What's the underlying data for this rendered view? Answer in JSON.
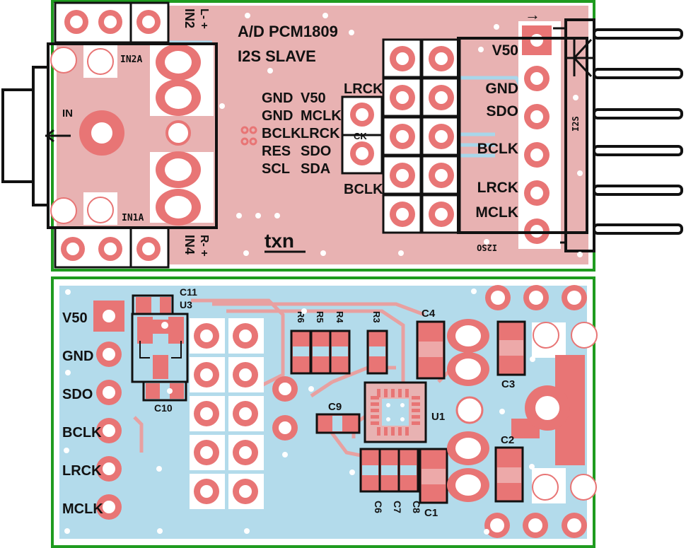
{
  "colors": {
    "board_outline": "#1f9b1f",
    "top_copper_bg": "#e8b2b2",
    "bottom_copper_bg": "#b3dbeb",
    "pad": "#e87575",
    "silkscreen": "#111111",
    "hole": "#ffffff",
    "trace_top": "#e8a0a0",
    "trace_bottom": "#a8d6ea"
  },
  "top_board": {
    "title_line1": "A/D PCM1809",
    "title_line2": "I2S SLAVE",
    "logo": "txn",
    "jack_label": "IN",
    "in2a_label": "IN2A",
    "in1a_label": "IN1A",
    "in2_label": "IN2",
    "in4_label": "IN4",
    "polarity_top": "L- +",
    "polarity_bottom": "R- +",
    "pin_map_left": [
      "GND",
      "GND",
      "BCLK",
      "RES",
      "SCL"
    ],
    "pin_map_right": [
      "V50",
      "MCLK",
      "LRCK",
      "SDO",
      "SDA"
    ],
    "ck_header_top": "LRCK",
    "ck_header_mid": "CK",
    "ck_header_bottom": "BCLK",
    "i2s_pins": [
      "V50",
      "GND",
      "SDO",
      "BCLK",
      "LRCK",
      "MCLK"
    ],
    "connector_label": "I2S",
    "connector_ref": "I2SO",
    "arrow": "→"
  },
  "bottom_board": {
    "pin_labels": [
      "V50",
      "GND",
      "SDO",
      "BCLK",
      "LRCK",
      "MCLK"
    ],
    "refs": {
      "c11": "C11",
      "u3": "U3",
      "c10": "C10",
      "r6": "R6",
      "r5": "R5",
      "r4": "R4",
      "r3": "R3",
      "c4": "C4",
      "c3": "C3",
      "c9": "C9",
      "u1": "U1",
      "c2": "C2",
      "c6": "C6",
      "c7": "C7",
      "c8": "C8",
      "c1": "C1"
    }
  }
}
